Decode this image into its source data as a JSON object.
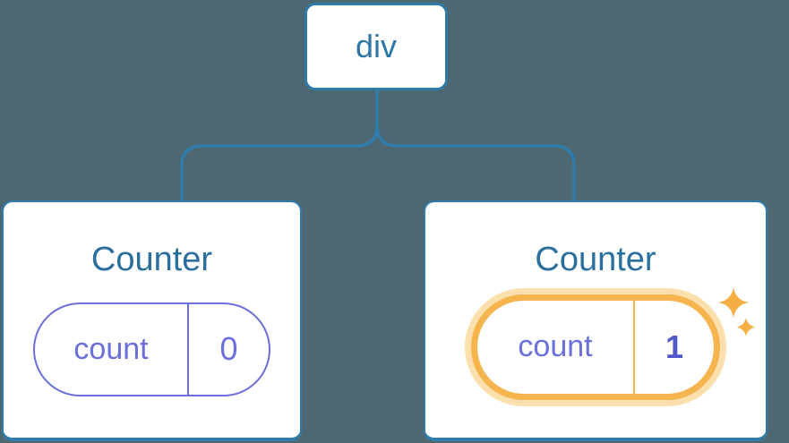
{
  "diagram": {
    "background_color": "#4d6873",
    "accent_blue": "#2f7cab",
    "text_blue": "#2b6f9e",
    "indigo": "#6a6fdb",
    "highlight_orange": "#f6b44f",
    "highlight_halo": "#fbe0ad",
    "sparkle_color": "#f5ae43",
    "root": {
      "label": "div"
    },
    "counters": [
      {
        "title": "Counter",
        "state_key": "count",
        "state_value": "0",
        "highlighted": false
      },
      {
        "title": "Counter",
        "state_key": "count",
        "state_value": "1",
        "highlighted": true
      }
    ]
  }
}
